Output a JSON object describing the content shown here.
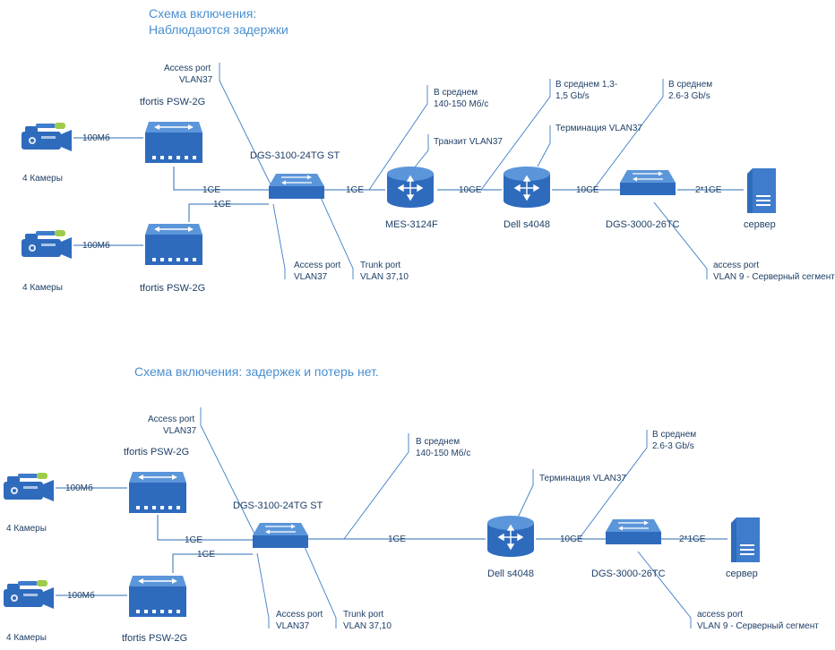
{
  "diagram1": {
    "title_line1": "Схема включения:",
    "title_line2": "Наблюдаются задержки",
    "cameras_top_label": "4 Камеры",
    "cameras_bottom_label": "4 Камеры",
    "cam_link_top": "100Мб",
    "cam_link_bottom": "100Мб",
    "psw_top_name": "tfortis PSW-2G",
    "psw_bottom_name": "tfortis PSW-2G",
    "uplink_top": "1GE",
    "uplink_bottom": "1GE",
    "dgs3100_name": "DGS-3100-24TG ST",
    "access_top_l1": "Access port",
    "access_top_l2": "VLAN37",
    "access_bottom_l1": "Access port",
    "access_bottom_l2": "VLAN37",
    "trunk_l1": "Trunk port",
    "trunk_l2": "VLAN 37,10",
    "link_dgs_mes": "1GE",
    "mes_name": "MES-3124F",
    "mes_avg_l1": "В среднем",
    "mes_avg_l2": "140-150 Мб/с",
    "mes_transit": "Транзит VLAN37",
    "link_mes_dell": "10GE",
    "dell_name": "Dell s4048",
    "dell_avg_l1": "В среднем 1,3-",
    "dell_avg_l2": "1,5 Gb/s",
    "dell_term": "Терминация VLAN37",
    "link_dell_dgs3000": "10GE",
    "dgs3000_name": "DGS-3000-26TC",
    "dgs3000_avg_l1": "В среднем",
    "dgs3000_avg_l2": "2.6-3 Gb/s",
    "link_server": "2*1GE",
    "server_name": "сервер",
    "srv_access_l1": "access port",
    "srv_access_l2": "VLAN 9 - Серверный сегмент"
  },
  "diagram2": {
    "title": "Схема включения: задержек и потерь нет.",
    "cameras_top_label": "4 Камеры",
    "cameras_bottom_label": "4 Камеры",
    "cam_link_top": "100Мб",
    "cam_link_bottom": "100Мб",
    "psw_top_name": "tfortis PSW-2G",
    "psw_bottom_name": "tfortis PSW-2G",
    "uplink_top": "1GE",
    "uplink_bottom": "1GE",
    "dgs3100_name": "DGS-3100-24TG ST",
    "access_top_l1": "Access port",
    "access_top_l2": "VLAN37",
    "access_bottom_l1": "Access port",
    "access_bottom_l2": "VLAN37",
    "trunk_l1": "Trunk port",
    "trunk_l2": "VLAN 37,10",
    "link_dgs_dell": "1GE",
    "link_avg_l1": "В среднем",
    "link_avg_l2": "140-150 Мб/с",
    "dell_name": "Dell s4048",
    "dell_term": "Терминация VLAN37",
    "link_dell_dgs3000": "10GE",
    "dgs3000_name": "DGS-3000-26TC",
    "dgs3000_avg_l1": "В среднем",
    "dgs3000_avg_l2": "2.6-3 Gb/s",
    "link_server": "2*1GE",
    "server_name": "сервер",
    "srv_access_l1": "access port",
    "srv_access_l2": "VLAN 9 - Серверный сегмент"
  },
  "colors": {
    "title": "#4a8fd0",
    "line": "#2e6db3",
    "device": "#2f6bbd",
    "text": "#1e3f66"
  }
}
